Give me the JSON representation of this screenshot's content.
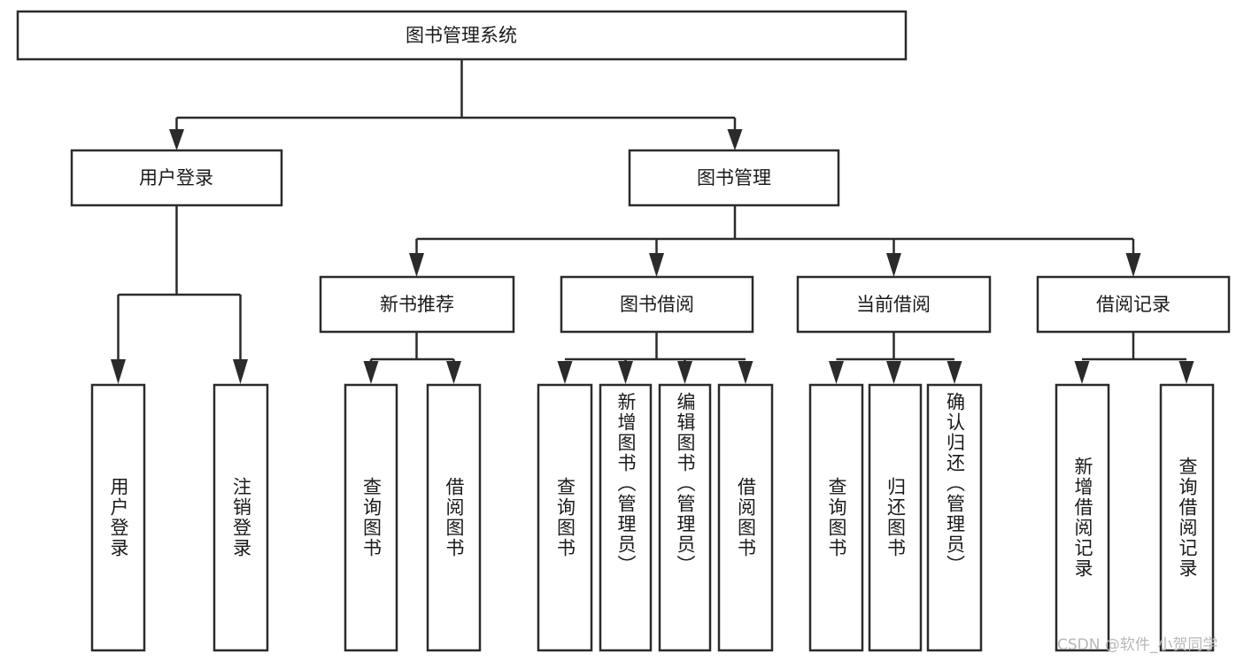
{
  "diagram": {
    "type": "tree",
    "title": "图书管理系统",
    "root": {
      "label": "图书管理系统"
    },
    "level2": [
      {
        "label": "用户登录"
      },
      {
        "label": "图书管理"
      }
    ],
    "level3": [
      {
        "label": "新书推荐"
      },
      {
        "label": "图书借阅"
      },
      {
        "label": "当前借阅"
      },
      {
        "label": "借阅记录"
      }
    ],
    "leaves": {
      "user_login": [
        {
          "label": "用户登录"
        },
        {
          "label": "注销登录"
        }
      ],
      "new_book_recommend": [
        {
          "label": "查询图书"
        },
        {
          "label": "借阅图书"
        }
      ],
      "book_borrow": [
        {
          "label": "查询图书"
        },
        {
          "label": "新增图书（管理员）"
        },
        {
          "label": "编辑图书（管理员）"
        },
        {
          "label": "借阅图书"
        }
      ],
      "current_borrow": [
        {
          "label": "查询图书"
        },
        {
          "label": "归还图书"
        },
        {
          "label": "确认归还（管理员）"
        }
      ],
      "borrow_record": [
        {
          "label": "新增借阅记录"
        },
        {
          "label": "查询借阅记录"
        }
      ]
    }
  },
  "watermark": {
    "text": "CSDN @软件_小贺同学"
  },
  "colors": {
    "stroke": "#2b2b2b",
    "fill": "#ffffff",
    "text": "#1a1a1a",
    "watermark": "#b8b8b8"
  }
}
